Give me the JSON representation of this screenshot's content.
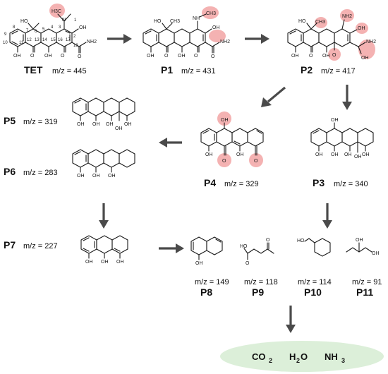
{
  "compounds": [
    {
      "id": "tet",
      "label": "TET",
      "mz": "m/z = 445"
    },
    {
      "id": "p1",
      "label": "P1",
      "mz": "m/z = 431"
    },
    {
      "id": "p2",
      "label": "P2",
      "mz": "m/z = 417"
    },
    {
      "id": "p5",
      "label": "P5",
      "mz": "m/z = 319"
    },
    {
      "id": "p6",
      "label": "P6",
      "mz": "m/z = 283"
    },
    {
      "id": "p4",
      "label": "P4",
      "mz": "m/z = 329"
    },
    {
      "id": "p3",
      "label": "P3",
      "mz": "m/z = 340"
    },
    {
      "id": "p7",
      "label": "P7",
      "mz": "m/z = 227"
    },
    {
      "id": "p8",
      "label": "P8",
      "mz": "m/z = 149"
    },
    {
      "id": "p9",
      "label": "P9",
      "mz": "m/z = 118"
    },
    {
      "id": "p10",
      "label": "P10",
      "mz": "m/z = 114"
    },
    {
      "id": "p11",
      "label": "P11",
      "mz": "m/z = 91"
    }
  ],
  "atoms": {
    "oh": "OH",
    "ho": "HO",
    "o": "O",
    "n": "N",
    "nh": "NH",
    "nh2": "NH2",
    "h3c": "H3C",
    "ch3": "CH3"
  },
  "tet_numbers": [
    "1",
    "2",
    "3",
    "4",
    "5",
    "6",
    "7",
    "8",
    "9",
    "10",
    "11",
    "12",
    "13",
    "14",
    "15",
    "16",
    "17",
    "18"
  ],
  "final_products": {
    "co2": "CO",
    "co2_sub": "2",
    "h2o_h": "H",
    "h2o_sub": "2",
    "h2o_o": "O",
    "nh3": "NH",
    "nh3_sub": "3"
  }
}
